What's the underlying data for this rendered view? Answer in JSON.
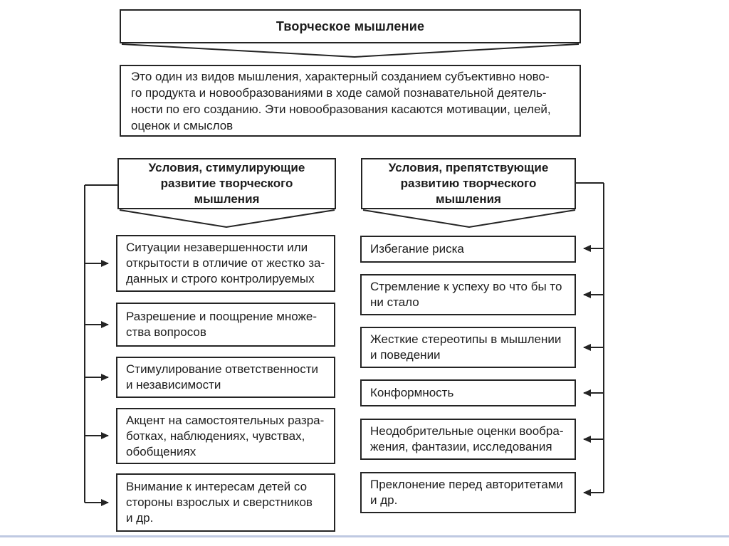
{
  "page": {
    "background_color": "#ffffff",
    "line_color": "#242424",
    "bottom_rule_color": "#bfc9e2"
  },
  "title": {
    "text": "Творческое мышление"
  },
  "definition": {
    "text": [
      "Это один из видов мышления, характерный созданием субъективно ново-",
      "го продукта и новообразованиями в ходе самой познавательной деятель-",
      "ности по его созданию. Эти новообразования касаются мотивации, целей,",
      "оценок и смыслов"
    ]
  },
  "left_column": {
    "header": [
      "Условия, стимулирующие",
      "развитие творческого",
      "мышления"
    ],
    "items": [
      {
        "text": [
          "Ситуации незавершенности или",
          "открытости в отличие от жестко за-",
          "данных и строго контролируемых"
        ]
      },
      {
        "text": [
          "Разрешение и поощрение множе-",
          "ства вопросов"
        ]
      },
      {
        "text": [
          "Стимулирование ответственности",
          "и независимости"
        ]
      },
      {
        "text": [
          "Акцент на самостоятельных разра-",
          "ботках, наблюдениях, чувствах,",
          "обобщениях"
        ]
      },
      {
        "text": [
          "Внимание к интересам детей со",
          "стороны взрослых и сверстников",
          "и др."
        ]
      }
    ]
  },
  "right_column": {
    "header": [
      "Условия, препятствующие",
      "развитию творческого",
      "мышления"
    ],
    "items": [
      {
        "text": [
          "Избегание риска"
        ]
      },
      {
        "text": [
          "Стремление к успеху во что бы то",
          "ни стало"
        ]
      },
      {
        "text": [
          "Жесткие стереотипы в мышлении",
          "и поведении"
        ]
      },
      {
        "text": [
          "Конформность"
        ]
      },
      {
        "text": [
          "Неодобрительные оценки вообра-",
          "жения, фантазии, исследования"
        ]
      },
      {
        "text": [
          "Преклонение перед авторитетами",
          "и др."
        ]
      }
    ]
  }
}
